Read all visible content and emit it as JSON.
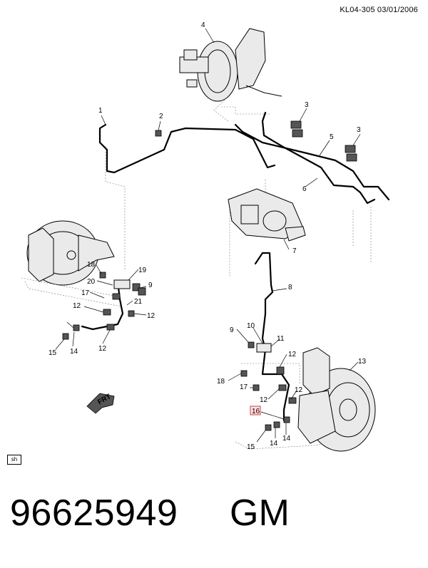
{
  "header": {
    "reference": "KL04-305  03/01/2006"
  },
  "footer": {
    "part_number": "96625949",
    "brand": "GM"
  },
  "badge": {
    "label": "sh"
  },
  "orientation": {
    "label": "FRT",
    "icon": "front-direction-arrow-icon"
  },
  "callouts": {
    "c1": "1",
    "c2": "2",
    "c3a": "3",
    "c3b": "3",
    "c4": "4",
    "c5": "5",
    "c6": "6",
    "c7": "7",
    "c8": "8",
    "c9a": "9",
    "c9b": "9",
    "c10": "10",
    "c11": "11",
    "c12a": "12",
    "c12b": "12",
    "c12c": "12",
    "c12d": "12",
    "c12e": "12",
    "c12f": "12",
    "c13": "13",
    "c14a": "14",
    "c14b": "14",
    "c14c": "14",
    "c15a": "15",
    "c15b": "15",
    "c16": "16",
    "c17a": "17",
    "c17b": "17",
    "c18a": "18",
    "c18b": "18",
    "c19": "19",
    "c20": "20",
    "c21": "21"
  },
  "colors": {
    "highlight": "#d04040",
    "line": "#000000"
  }
}
